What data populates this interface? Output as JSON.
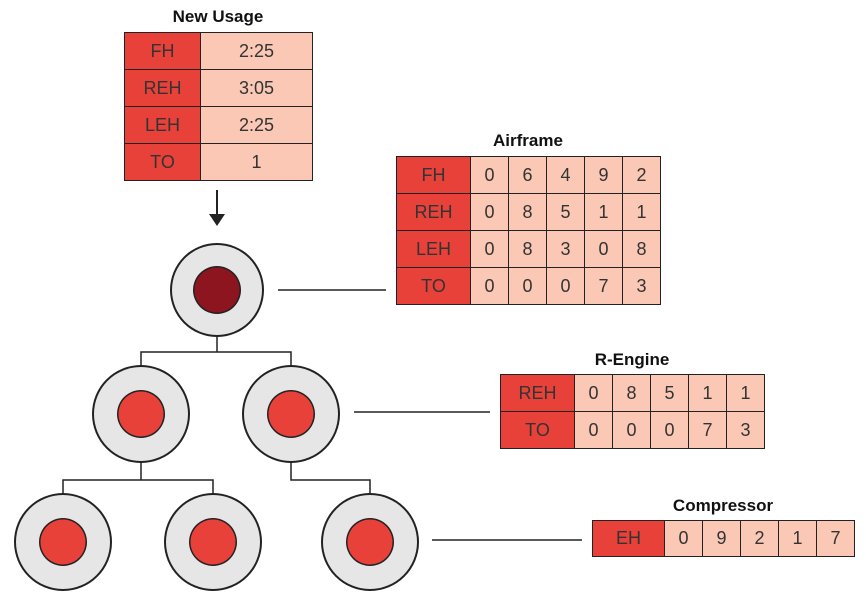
{
  "colors": {
    "label_cell": "#e8413a",
    "value_cell": "#fac8b4",
    "node_ring": "#e6e6e6",
    "node_core": "#e8413a",
    "root_core": "#8c1520",
    "line": "#222222"
  },
  "new_usage": {
    "title": "New Usage",
    "rows": [
      {
        "label": "FH",
        "value": "2:25"
      },
      {
        "label": "REH",
        "value": "3:05"
      },
      {
        "label": "LEH",
        "value": "2:25"
      },
      {
        "label": "TO",
        "value": "1"
      }
    ]
  },
  "airframe": {
    "title": "Airframe",
    "rows": [
      {
        "label": "FH",
        "digits": [
          "0",
          "6",
          "4",
          "9",
          "2"
        ]
      },
      {
        "label": "REH",
        "digits": [
          "0",
          "8",
          "5",
          "1",
          "1"
        ]
      },
      {
        "label": "LEH",
        "digits": [
          "0",
          "8",
          "3",
          "0",
          "8"
        ]
      },
      {
        "label": "TO",
        "digits": [
          "0",
          "0",
          "0",
          "7",
          "3"
        ]
      }
    ]
  },
  "r_engine": {
    "title": "R-Engine",
    "rows": [
      {
        "label": "REH",
        "digits": [
          "0",
          "8",
          "5",
          "1",
          "1"
        ]
      },
      {
        "label": "TO",
        "digits": [
          "0",
          "0",
          "0",
          "7",
          "3"
        ]
      }
    ]
  },
  "compressor": {
    "title": "Compressor",
    "rows": [
      {
        "label": "EH",
        "digits": [
          "0",
          "9",
          "2",
          "1",
          "7"
        ]
      }
    ]
  }
}
